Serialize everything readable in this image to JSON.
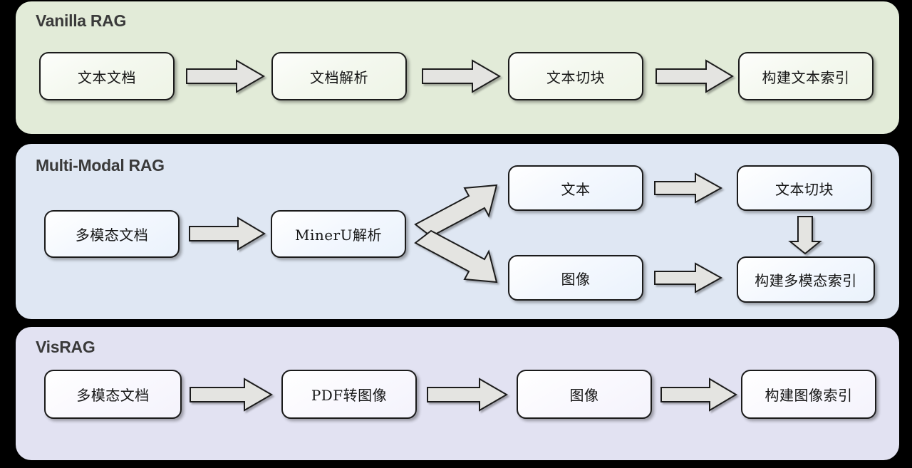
{
  "page": {
    "background_color": "#000000",
    "title": "RAG Pipeline Comparison Diagram"
  },
  "sections": [
    {
      "id": "vanilla-rag",
      "title": "Vanilla RAG",
      "panel_color": "#e2ebd8",
      "nodes": [
        {
          "id": "text-doc",
          "label": "文本文档"
        },
        {
          "id": "doc-parse",
          "label": "文档解析"
        },
        {
          "id": "text-chunk",
          "label": "文本切块"
        },
        {
          "id": "build-text-index",
          "label": "构建文本索引"
        }
      ],
      "arrows": [
        {
          "id": "arrow-1",
          "direction": "right"
        },
        {
          "id": "arrow-2",
          "direction": "right"
        },
        {
          "id": "arrow-3",
          "direction": "right"
        }
      ]
    },
    {
      "id": "multi-modal-rag",
      "title": "Multi-Modal RAG",
      "panel_color": "#dfe7f3",
      "nodes": [
        {
          "id": "mm-doc",
          "label": "多模态文档"
        },
        {
          "id": "mineru-parse",
          "label": "MinerU解析"
        },
        {
          "id": "mm-text",
          "label": "文本"
        },
        {
          "id": "mm-image",
          "label": "图像"
        },
        {
          "id": "mm-text-chunk",
          "label": "文本切块"
        },
        {
          "id": "build-mm-index",
          "label": "构建多模态索引"
        }
      ],
      "arrows": [
        {
          "id": "arrow-mm-1",
          "direction": "right"
        },
        {
          "id": "arrow-mm-up",
          "direction": "up-right"
        },
        {
          "id": "arrow-mm-down",
          "direction": "down-right"
        },
        {
          "id": "arrow-mm-2",
          "direction": "right"
        },
        {
          "id": "arrow-mm-3",
          "direction": "right"
        },
        {
          "id": "arrow-mm-vertical",
          "direction": "down"
        }
      ]
    },
    {
      "id": "visrag",
      "title": "VisRAG",
      "panel_color": "#e2e2f2",
      "nodes": [
        {
          "id": "vis-doc",
          "label": "多模态文档"
        },
        {
          "id": "pdf-to-image",
          "label": "PDF转图像"
        },
        {
          "id": "vis-image",
          "label": "图像"
        },
        {
          "id": "build-image-index",
          "label": "构建图像索引"
        }
      ],
      "arrows": [
        {
          "id": "arrow-vis-1",
          "direction": "right"
        },
        {
          "id": "arrow-vis-2",
          "direction": "right"
        },
        {
          "id": "arrow-vis-3",
          "direction": "right"
        }
      ]
    }
  ],
  "colors": {
    "arrow_fill": "#e4e4e1",
    "arrow_stroke": "#1b1b1b",
    "node_border": "#1b1b1b",
    "title_text": "#3a3a3a",
    "node_text": "#151515"
  }
}
